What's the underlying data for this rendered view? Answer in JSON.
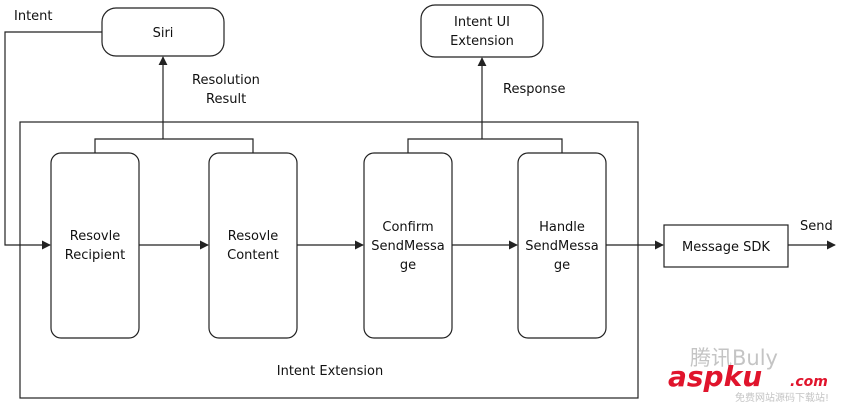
{
  "nodes": {
    "siri": "Siri",
    "intent_ui_line1": "Intent UI",
    "intent_ui_line2": "Extension",
    "resolve_recipient_line1": "Resovle",
    "resolve_recipient_line2": "Recipient",
    "resolve_content_line1": "Resovle",
    "resolve_content_line2": "Content",
    "confirm_line1": "Confirm",
    "confirm_line2": "SendMessa",
    "confirm_line3": "ge",
    "handle_line1": "Handle",
    "handle_line2": "SendMessa",
    "handle_line3": "ge",
    "message_sdk": "Message SDK",
    "container_label": "Intent Extension"
  },
  "edges": {
    "intent": "Intent",
    "resolution_line1": "Resolution",
    "resolution_line2": "Result",
    "response": "Response",
    "send": "Send"
  },
  "watermark": {
    "gray_text": "腾讯Buly",
    "brand": "aspku",
    "suffix": ".com",
    "tagline": "免费网站源码下载站!"
  }
}
